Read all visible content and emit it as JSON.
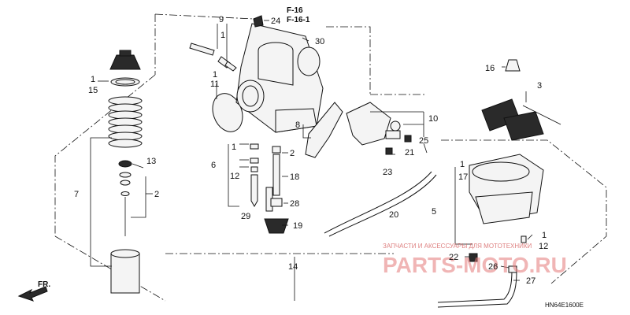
{
  "diagram": {
    "refs": [
      "F-16",
      "F-16-1"
    ],
    "drawing_code": "HN64E1600E",
    "direction_label": "FR.",
    "watermark": {
      "caption": "ЗАПЧАСТИ И АКСЕССУАРЫ ДЛЯ МОТОТЕХНИКИ",
      "logo": "PARTS-MOTO.RU",
      "color": "#e88a8a"
    },
    "callouts": [
      "1",
      "15",
      "7",
      "13",
      "2",
      "9",
      "1",
      "1",
      "11",
      "24",
      "30",
      "6",
      "1",
      "12",
      "29",
      "2",
      "18",
      "28",
      "19",
      "8",
      "10",
      "21",
      "25",
      "23",
      "20",
      "16",
      "3",
      "1",
      "17",
      "5",
      "1",
      "12",
      "22",
      "26",
      "27",
      "14"
    ]
  }
}
